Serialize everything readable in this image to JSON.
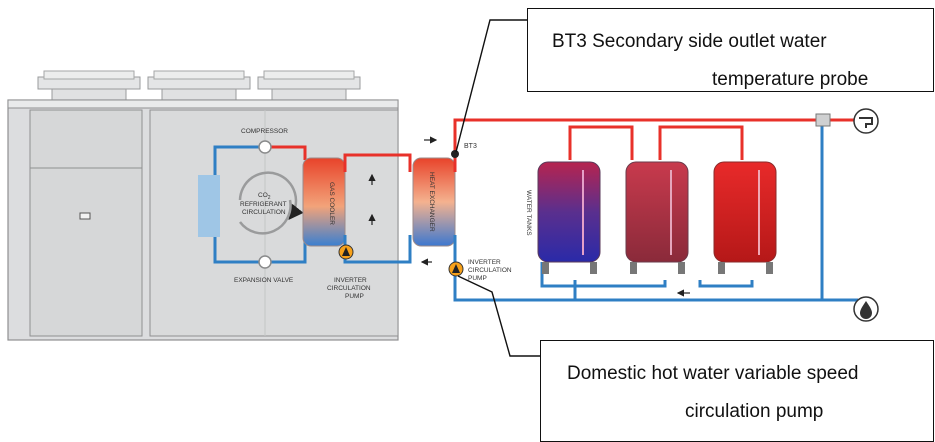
{
  "unit_labels": {
    "compressor": "COMPRESSOR",
    "co2": "CO",
    "co2_sub": "2",
    "refrigerant": "REFRIGERANT",
    "circulation": "CIRCULATION",
    "expansion_valve": "EXPANSION VALVE",
    "gas_cooler": "GAS COOLER",
    "heat_exchanger": "HEAT EXCHANGER",
    "inverter_pump_left": [
      "INVERTER",
      "CIRCULATION",
      "PUMP"
    ],
    "inverter_pump_right": [
      "INVERTER",
      "CIRCULATION",
      "PUMP"
    ],
    "bt3": "BT3",
    "water_tanks": "WATER TANKS"
  },
  "callouts": {
    "bt3_line1": "BT3  Secondary side outlet water",
    "bt3_line2": "temperature probe",
    "pump_line1": "Domestic hot water variable speed",
    "pump_line2": "circulation pump"
  },
  "colors": {
    "hot_pipe": "#e8312a",
    "cold_pipe": "#2f7fc4",
    "unit_gray": "#d9dadb"
  },
  "icons": {
    "hot_outlet": "tap-icon",
    "cold_inlet": "water-drop-icon"
  }
}
